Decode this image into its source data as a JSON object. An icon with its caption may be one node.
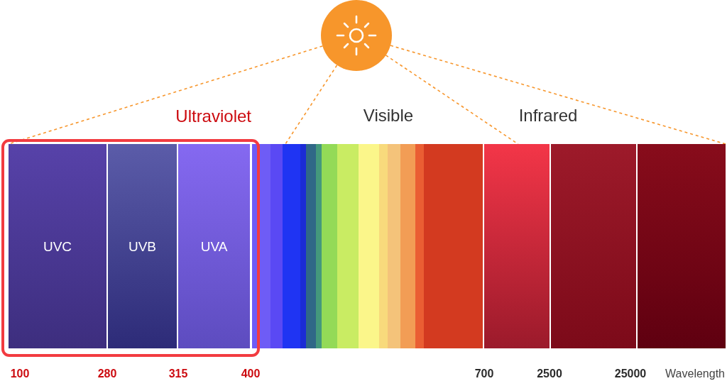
{
  "diagram": {
    "nodes": [
      {
        "text": [],
        "shape": "sun"
      },
      {
        "text": [
          "Ultraviolet"
        ]
      },
      {
        "text": [
          "UVC"
        ],
        "in": 1
      },
      {
        "text": [
          "UVB"
        ],
        "in": 1
      },
      {
        "text": [
          "UVA"
        ],
        "in": 1
      },
      {
        "text": [],
        "shape": "bar"
      },
      {
        "text": [],
        "shape": "bar"
      },
      {
        "text": [],
        "shape": "bar"
      },
      {
        "text": [],
        "shape": "bar"
      },
      {
        "text": [],
        "shape": "bar"
      },
      {
        "text": [],
        "shape": "bar"
      },
      {
        "text": [],
        "shape": "bar"
      },
      {
        "text": [],
        "shape": "bar"
      },
      {
        "text": [],
        "shape": "bar"
      },
      {
        "text": [],
        "shape": "bar"
      },
      {
        "text": [],
        "shape": "bar"
      },
      {
        "text": [],
        "shape": "bar"
      },
      {
        "text": [],
        "shape": "bar"
      },
      {
        "text": [],
        "shape": "bar"
      },
      {
        "text": [],
        "shape": "bar"
      },
      {
        "text": [],
        "shape": "bar"
      },
      {
        "text": [],
        "shape": "bar"
      }
    ],
    "edges": [
      {
        "from": 0,
        "to": 2,
        "arrow": "none",
        "style": "dashed"
      },
      {
        "from": 0,
        "to": 7,
        "arrow": "none",
        "style": "dashed"
      },
      {
        "from": 0,
        "to": 19,
        "arrow": "none",
        "style": "dashed"
      },
      {
        "from": 0,
        "to": 21,
        "arrow": "none",
        "style": "dashed"
      }
    ],
    "labels": [
      "Visible",
      "Infrared",
      "100",
      "280",
      "315",
      "400",
      "700",
      "2500",
      "25000",
      "Wavelength"
    ]
  }
}
